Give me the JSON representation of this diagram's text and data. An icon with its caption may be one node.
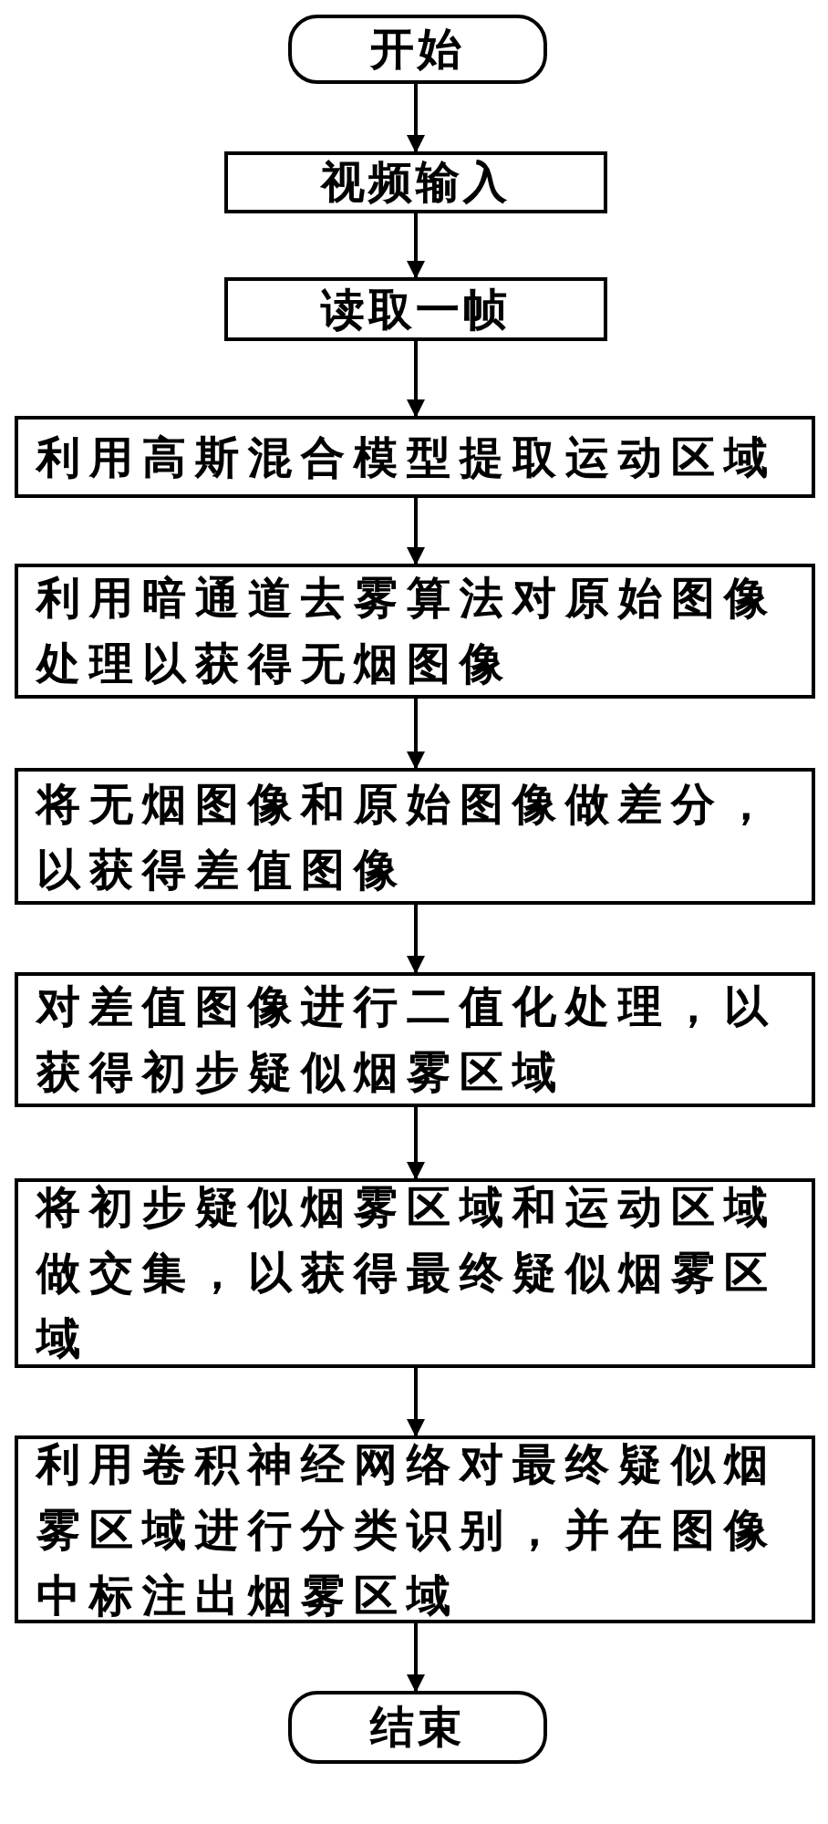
{
  "diagram": {
    "nodes": [
      {
        "text": [
          "开始"
        ]
      },
      {
        "text": [
          "视频输入"
        ]
      },
      {
        "text": [
          "读取一帧"
        ]
      },
      {
        "text": [
          "利用高斯混合模型提取运动区域"
        ]
      },
      {
        "text": [
          "利用暗通道去雾算法对原始图像处理以获得无烟图像"
        ]
      },
      {
        "text": [
          "将无烟图像和原始图像做差分，以获得差值图像"
        ]
      },
      {
        "text": [
          "对差值图像进行二值化处理，以获得初步疑似烟雾区域"
        ]
      },
      {
        "text": [
          "将初步疑似烟雾区域和运动区域做交集，以获得最终疑似烟雾区域"
        ]
      },
      {
        "text": [
          "利用卷积神经网络对最终疑似烟雾区域进行分类识别，并在图像中标注出烟雾区域"
        ]
      },
      {
        "text": [
          "结束"
        ]
      }
    ],
    "edges": [
      {
        "from": 0,
        "to": 1,
        "arrow": "to"
      },
      {
        "from": 1,
        "to": 2,
        "arrow": "to"
      },
      {
        "from": 2,
        "to": 3,
        "arrow": "to"
      },
      {
        "from": 3,
        "to": 4,
        "arrow": "to"
      },
      {
        "from": 4,
        "to": 5,
        "arrow": "to"
      },
      {
        "from": 5,
        "to": 6,
        "arrow": "to"
      },
      {
        "from": 6,
        "to": 7,
        "arrow": "to"
      },
      {
        "from": 7,
        "to": 8,
        "arrow": "to"
      },
      {
        "from": 8,
        "to": 9,
        "arrow": "to"
      }
    ]
  }
}
